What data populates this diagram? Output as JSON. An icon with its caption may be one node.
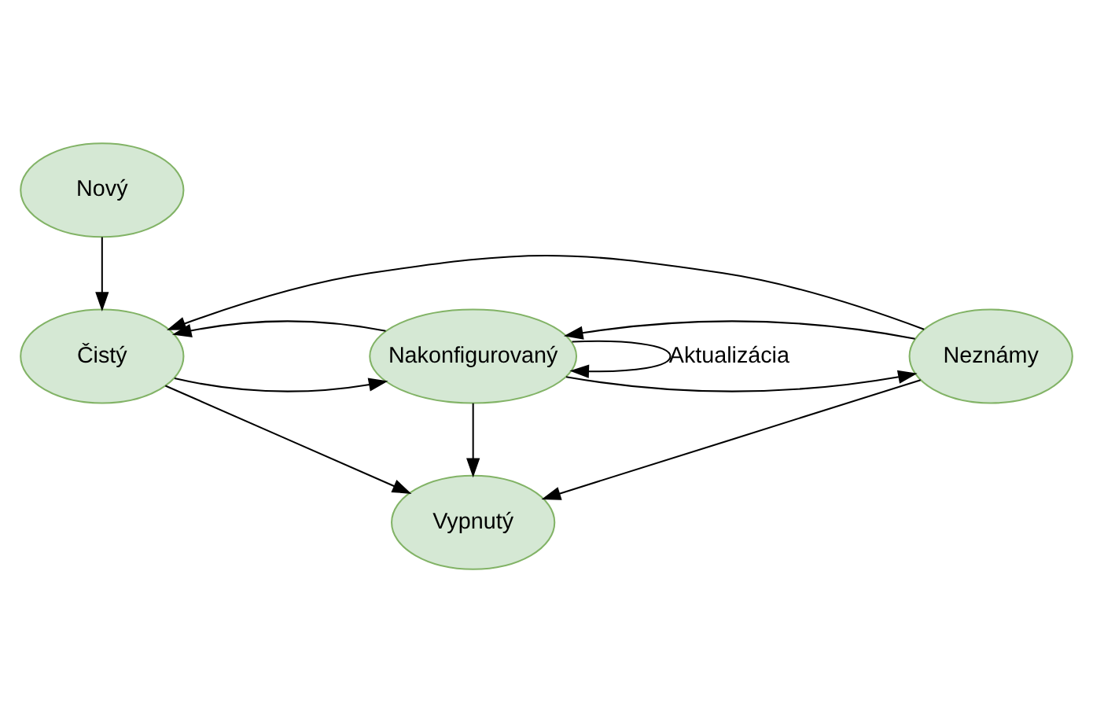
{
  "diagram": {
    "nodes": [
      {
        "text": [
          "Nový"
        ]
      },
      {
        "text": [
          "Čistý"
        ]
      },
      {
        "text": [
          "Nakonfigurovaný"
        ]
      },
      {
        "text": [
          "Neznámy"
        ]
      },
      {
        "text": [
          "Vypnutý"
        ]
      }
    ],
    "edges": [
      {
        "from": 0,
        "to": 1,
        "arrow": "to"
      },
      {
        "from": 1,
        "to": 2,
        "arrow": "to"
      },
      {
        "from": 2,
        "to": 1,
        "arrow": "to"
      },
      {
        "from": 2,
        "to": 2,
        "label": "Aktualizácia",
        "arrow": "to"
      },
      {
        "from": 2,
        "to": 3,
        "arrow": "to"
      },
      {
        "from": 3,
        "to": 2,
        "arrow": "to"
      },
      {
        "from": 3,
        "to": 1,
        "arrow": "to"
      },
      {
        "from": 1,
        "to": 4,
        "arrow": "to"
      },
      {
        "from": 2,
        "to": 4,
        "arrow": "to"
      },
      {
        "from": 3,
        "to": 4,
        "arrow": "to"
      }
    ]
  }
}
